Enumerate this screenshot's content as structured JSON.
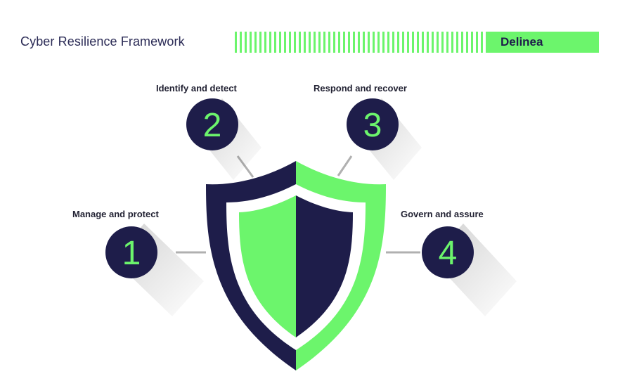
{
  "header": {
    "title": "Cyber Resilience Framework",
    "brand": "Delinea"
  },
  "steps": [
    {
      "number": "1",
      "label": "Manage and protect"
    },
    {
      "number": "2",
      "label": "Identify and detect"
    },
    {
      "number": "3",
      "label": "Respond and recover"
    },
    {
      "number": "4",
      "label": "Govern and assure"
    }
  ],
  "colors": {
    "navy": "#1e1d4a",
    "green": "#6cf56c",
    "connector": "#b0b0b0"
  },
  "icons": {
    "center": "shield-icon"
  }
}
